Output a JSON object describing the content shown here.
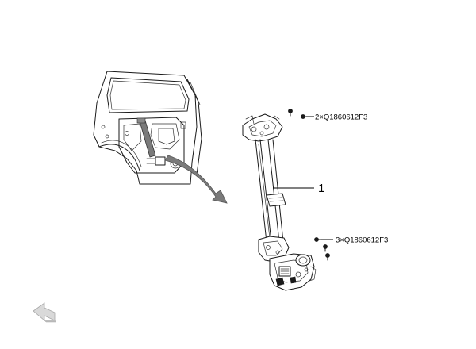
{
  "callouts": {
    "upper_fasteners": "2×Q1860612F3",
    "lower_fasteners": "3×Q1860612F3",
    "part_number": "1"
  },
  "icons": {
    "back": "back-arrow-icon"
  },
  "colors": {
    "line": "#1a1a1a",
    "arrow_fill": "#7a7a7a",
    "back_arrow_fill": "#d9d9d9",
    "background": "#ffffff"
  }
}
